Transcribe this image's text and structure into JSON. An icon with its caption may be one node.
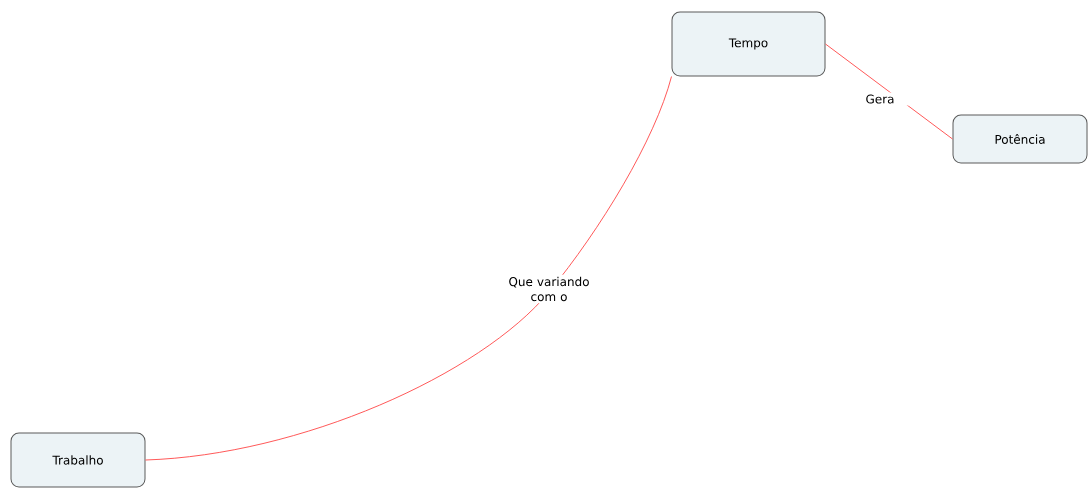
{
  "diagram": {
    "nodes": [
      {
        "text": [
          "Tempo"
        ]
      },
      {
        "text": [
          "Potência"
        ]
      },
      {
        "text": [
          "Trabalho"
        ]
      }
    ],
    "edges": [
      {
        "from": 2,
        "to": 0,
        "arrow": "none",
        "label": "Que variando com o"
      },
      {
        "from": 0,
        "to": 1,
        "arrow": "none",
        "label": "Gera"
      }
    ]
  }
}
